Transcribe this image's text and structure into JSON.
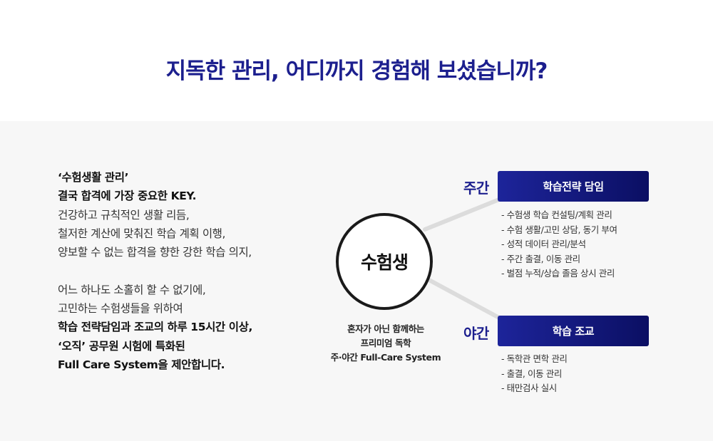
{
  "title": "지독한 관리, 어디까지 경험해 보셨습니까?",
  "intro": {
    "lines": [
      "‘수험생활 관리’",
      "결국 합격에 가장 중요한 KEY.",
      "건강하고 규칙적인 생활 리듬,",
      "철저한 계산에 맞춰진 학습 계획 이행,",
      "양보할 수 없는 합격을 향한 강한 학습 의지,",
      "어느 하나도 소홀히 할 수 없기에,",
      "고민하는 수험생들을 위하여",
      "학습 전략담임과 조교의 하루 15시간 이상,",
      "‘오직’ 공무원 시험에 특화된",
      "Full Care System을 제안합니다."
    ]
  },
  "center": {
    "label": "수험생",
    "caption": [
      "혼자가 아닌 함께하는",
      "프리미엄 독학",
      "주·야간 Full-Care System"
    ]
  },
  "day": {
    "label": "주간",
    "box": "학습전략 담임",
    "items": [
      "- 수험생 학습 컨설팅/계획 관리",
      "- 수험 생활/고민 상담, 동기 부여",
      "- 성적 데이터 관리/분석",
      "- 주간 출결, 이동 관리",
      "- 벌점 누적/상습 졸음 상시 관리"
    ]
  },
  "night": {
    "label": "야간",
    "box": "학습 조교",
    "items": [
      "- 독학관 면학 관리",
      "- 출결, 이동 관리",
      "- 태만검사 실시"
    ]
  },
  "colors": {
    "accent": "#1c1f8e",
    "box_start": "#1d249a",
    "box_end": "#0b0f63",
    "panel_bg": "#f7f7f7",
    "connector": "#dcdcdc"
  }
}
